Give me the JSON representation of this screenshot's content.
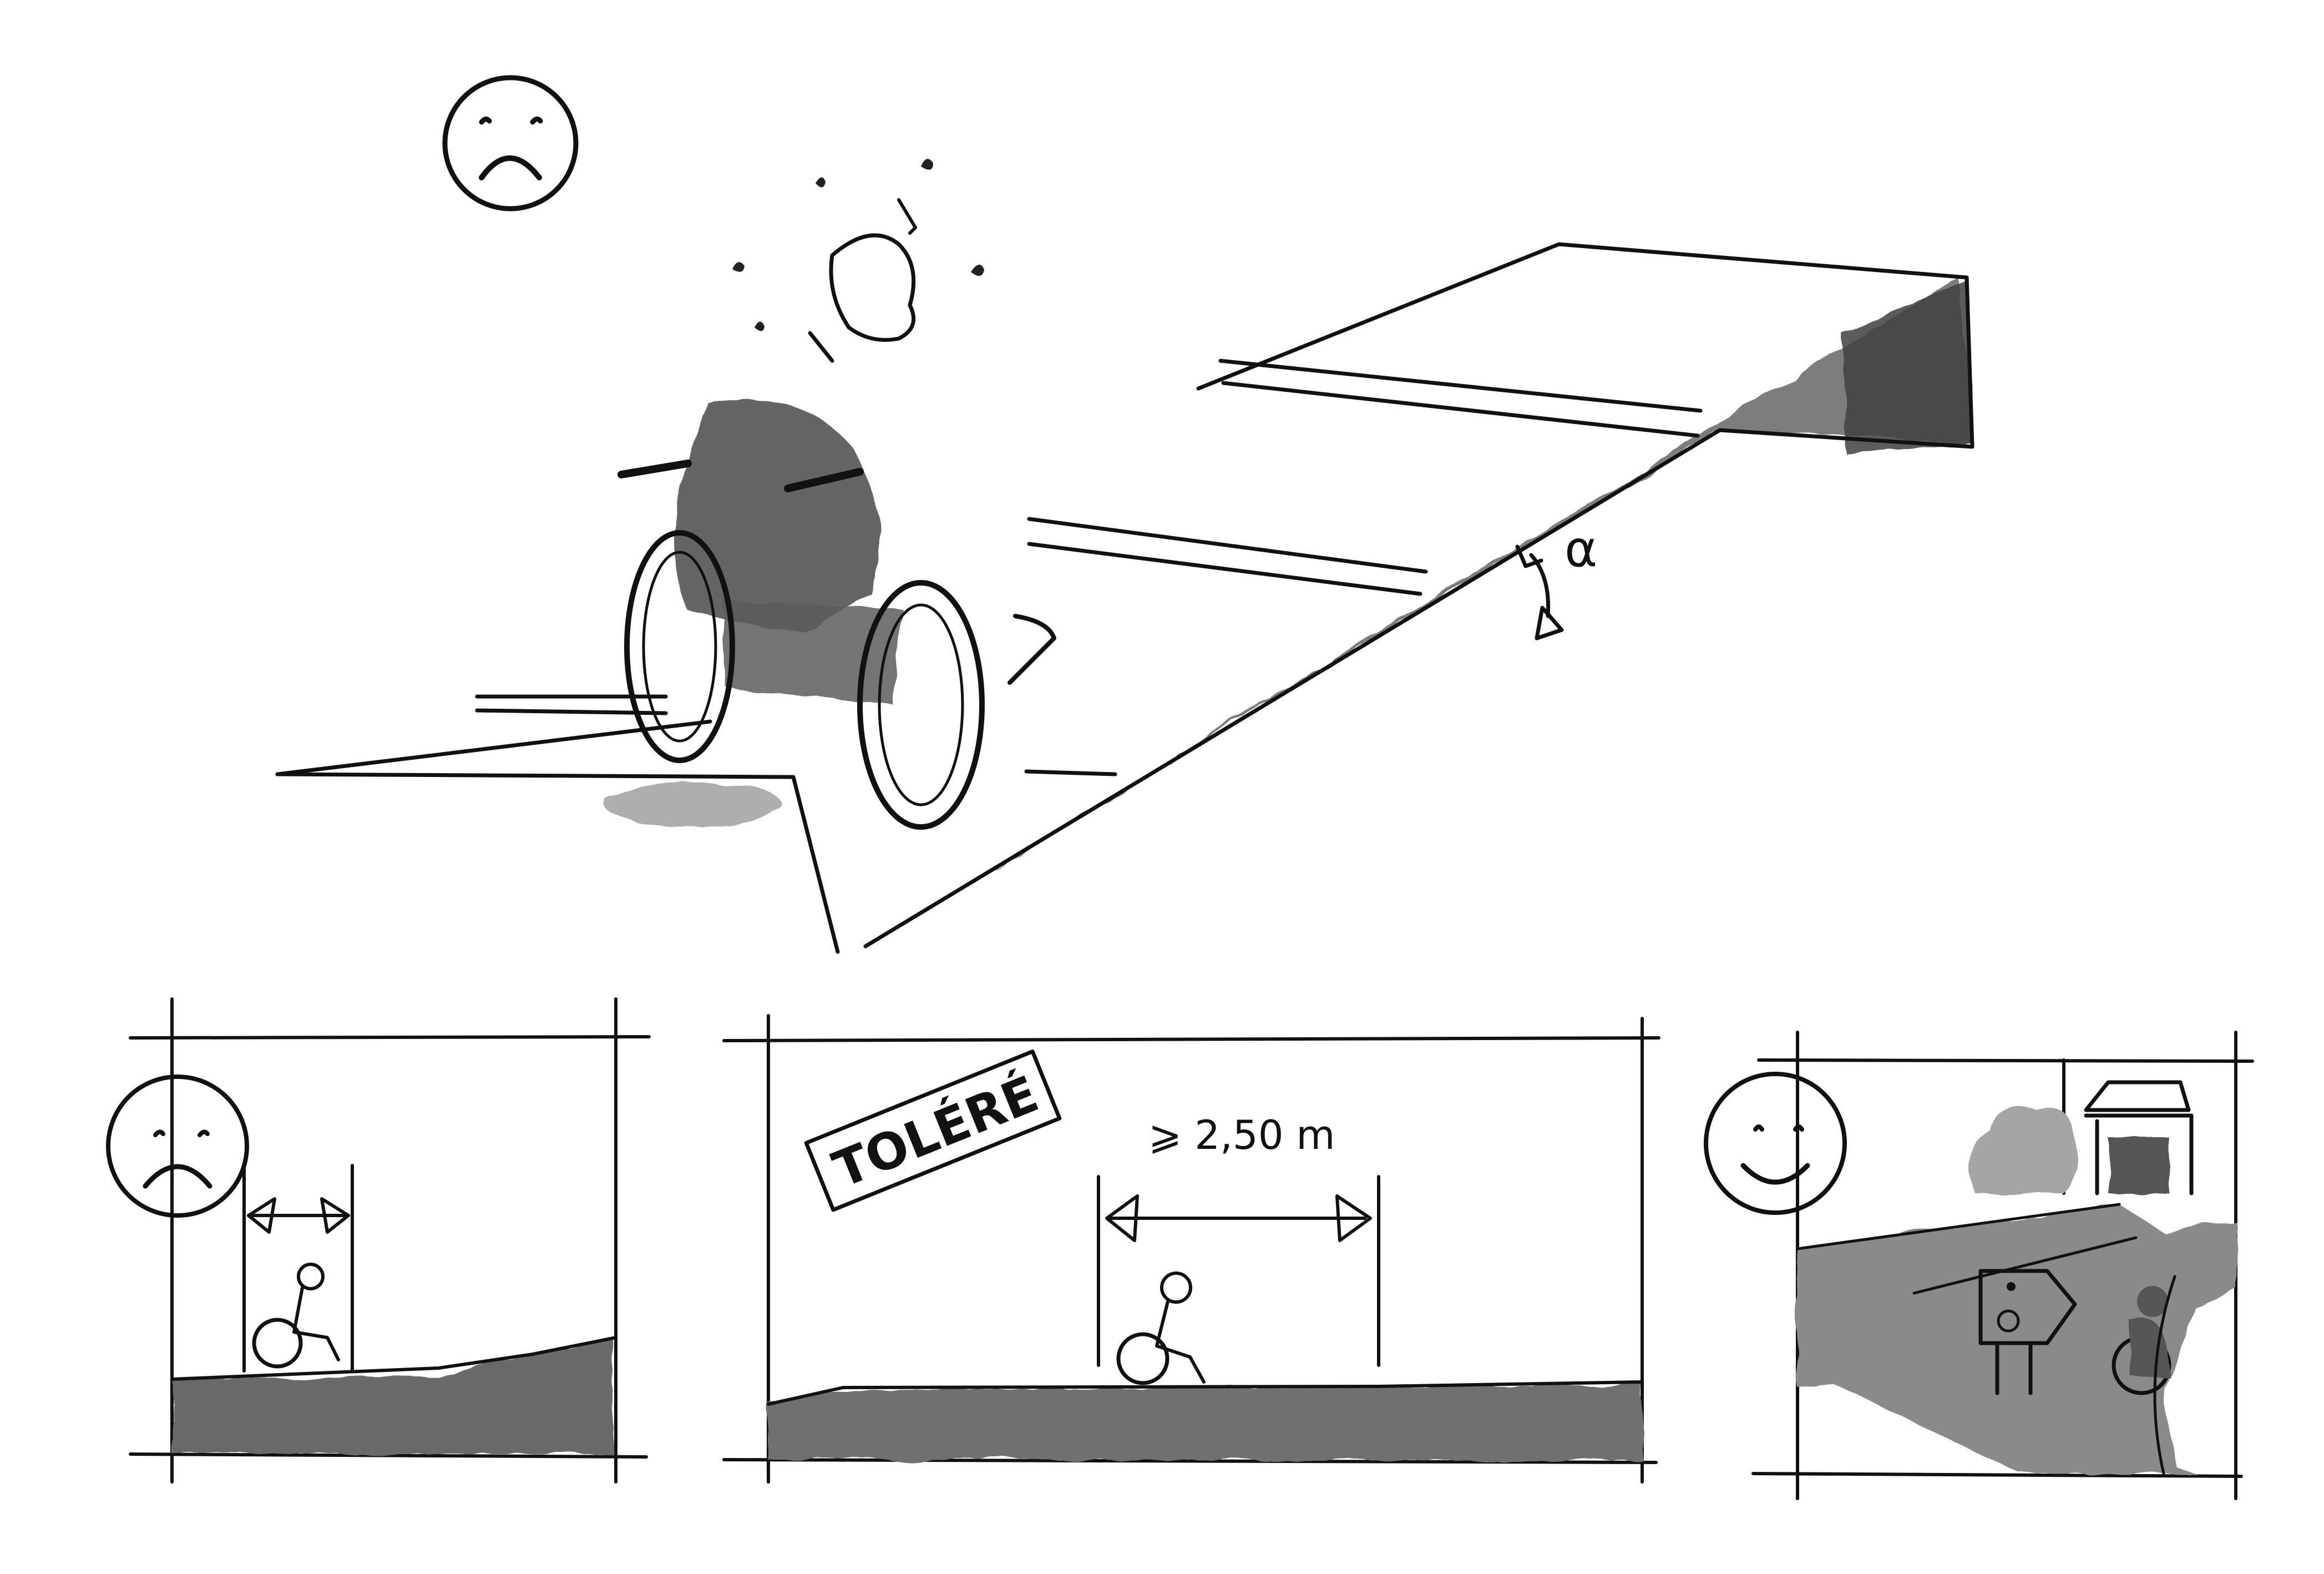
{
  "labels": {
    "angle": "α",
    "tolerated_sign": "TOLÉRÉ",
    "min_width": "⩾ 2,50 m"
  },
  "icons": {
    "top_mood": "sad-face-icon",
    "panel_left_mood": "sad-face-icon",
    "panel_right_mood": "smiley-face-icon",
    "accessibility_sign": "wheelchair-accessibility-icon"
  },
  "colors": {
    "ink": "#111111",
    "wash_dark": "#4a4a4a",
    "wash_mid": "#7a7a7a",
    "wash_light": "#b5b5b5",
    "paper": "#ffffff"
  }
}
